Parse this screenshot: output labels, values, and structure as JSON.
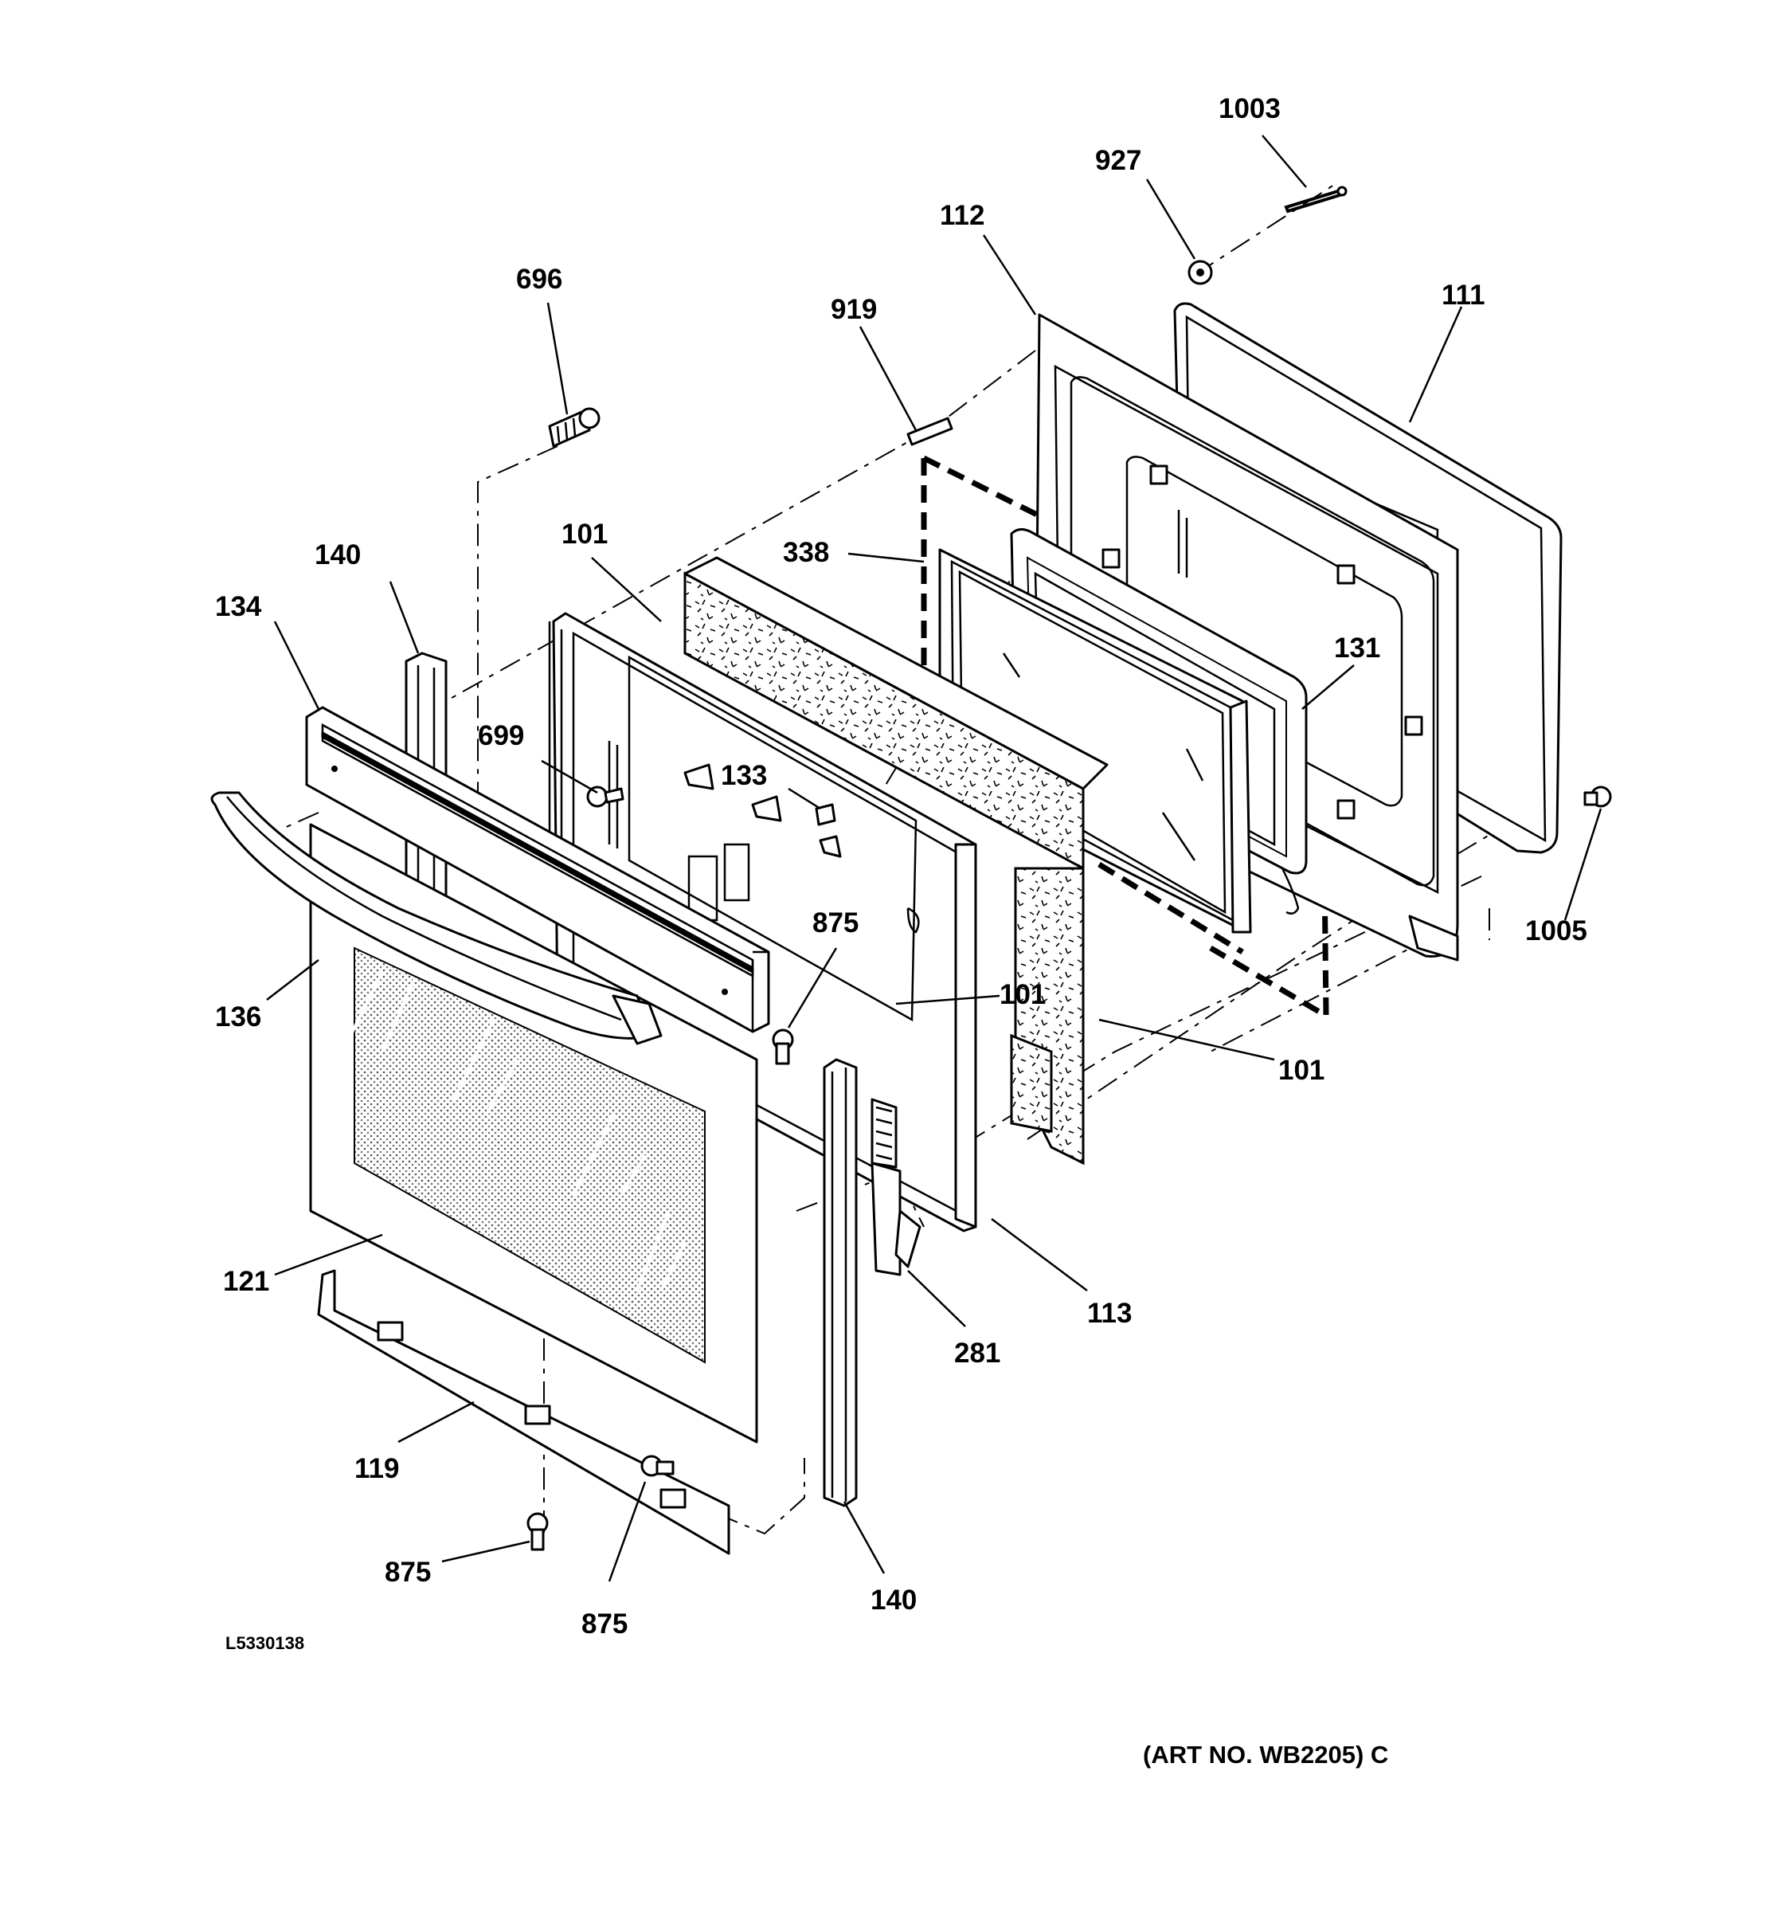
{
  "callouts": {
    "c1003": "1003",
    "c927": "927",
    "c112": "112",
    "c111": "111",
    "c696": "696",
    "c919": "919",
    "c140_top": "140",
    "c101_top": "101",
    "c338": "338",
    "c134": "134",
    "c131": "131",
    "c699": "699",
    "c133": "133",
    "c875_mid": "875",
    "c101_mid": "101",
    "c1005": "1005",
    "c136": "136",
    "c101_right": "101",
    "c121": "121",
    "c113": "113",
    "c281": "281",
    "c119": "119",
    "c875_bl": "875",
    "c875_bc": "875",
    "c140_bottom": "140"
  },
  "drawing_number": "L5330138",
  "art_number": "(ART NO. WB2205) C"
}
